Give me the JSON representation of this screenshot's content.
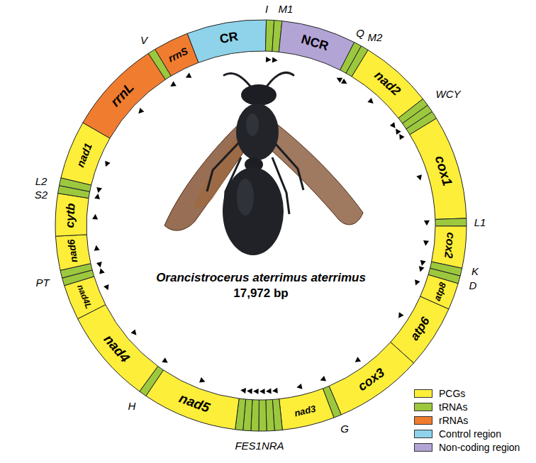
{
  "diagram": {
    "nodes": [
      {
        "text": [
          "CR"
        ]
      },
      {
        "text": [
          "NCR"
        ]
      },
      {
        "text": [
          "nad2"
        ]
      },
      {
        "text": [
          "cox1"
        ]
      },
      {
        "text": [
          "cox2"
        ]
      },
      {
        "text": [
          "atp8"
        ]
      },
      {
        "text": [
          "atp6"
        ]
      },
      {
        "text": [
          "cox3"
        ]
      },
      {
        "text": [
          "nad3"
        ]
      },
      {
        "text": [
          "nad5"
        ]
      },
      {
        "text": [
          "nad4"
        ]
      },
      {
        "text": [
          "nad4L"
        ]
      },
      {
        "text": [
          "nad6"
        ]
      },
      {
        "text": [
          "cytb"
        ]
      },
      {
        "text": [
          "nad1"
        ]
      },
      {
        "text": [
          "rrnL"
        ]
      },
      {
        "text": [
          "rrnS"
        ]
      }
    ],
    "labels": [
      "I",
      "M1",
      "Q",
      "M2",
      "WCY",
      "L1",
      "K",
      "D",
      "G",
      "FES1NRA",
      "H",
      "PT",
      "L2",
      "S2",
      "V",
      "Orancistrocerus aterrimus aterrimus",
      "17,972 bp"
    ],
    "legend": [
      {
        "text": "PCGs",
        "color": "#fdee3a"
      },
      {
        "text": "tRNAs",
        "color": "#9cc83e"
      },
      {
        "text": "rRNAs",
        "color": "#f07c30"
      },
      {
        "text": "Control region",
        "color": "#8fd3ea"
      },
      {
        "text": "Non-coding region",
        "color": "#b3a4d6"
      }
    ]
  }
}
